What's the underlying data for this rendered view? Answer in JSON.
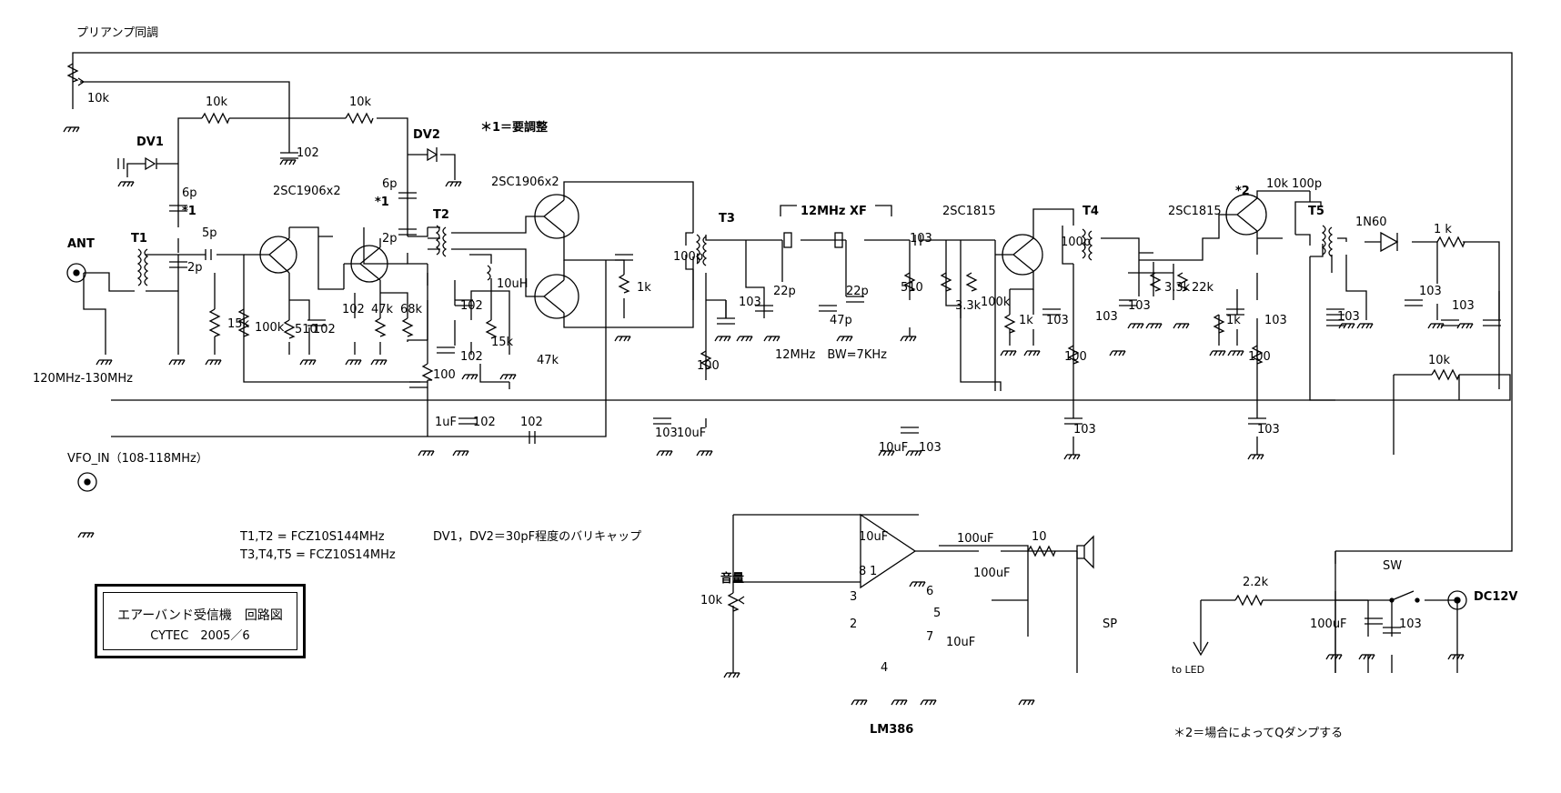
{
  "titleblock": {
    "title": "エアーバンド受信機　回路図",
    "sub": "CYTEC　2005／6"
  },
  "labels": {
    "preamp_tune": "プリアンプ同調",
    "note1": "＊1＝要調整",
    "note2": "＊2＝場合によってQダンプする",
    "ant": "ANT",
    "ant_range": "120MHz-130MHz",
    "vfo": "VFO_IN（108-118MHz）",
    "coils1": "T1,T2 = FCZ10S144MHz",
    "coils2": "T3,T4,T5 = FCZ10S14MHz",
    "varicap": "DV1，DV2＝30pF程度のバリキャップ",
    "xf": "12MHz XF",
    "xf_info": "12MHz　BW=7KHz",
    "volume": "音量",
    "lm386": "LM386",
    "sp": "SP",
    "sw": "SW",
    "dc": "DC12V",
    "to_led": "to LED",
    "dv1": "DV1",
    "dv2": "DV2",
    "t1": "T1",
    "t2": "T2",
    "t3": "T3",
    "t4": "T4",
    "t5": "T5",
    "q12": "2SC1906x2",
    "q34": "2SC1906x2",
    "q5": "2SC1815",
    "q6": "2SC1815",
    "d1": "1N60",
    "star1a": "*1",
    "star1b": "*1",
    "star2": "*2",
    "p1": "1",
    "p2": "2",
    "p3": "3",
    "p4": "4",
    "p5": "5",
    "p6": "6",
    "p7": "7",
    "p8": "8"
  },
  "values": {
    "r_pot1": "10k",
    "r_10k_a": "10k",
    "r_10k_b": "10k",
    "c_102_top": "102",
    "c_6p_a": "6p",
    "c_6p_b": "6p",
    "c_2p_a": "2p",
    "c_2p_b": "2p",
    "c_5p": "5p",
    "r_15k_a": "15k",
    "r_100k_a": "100k",
    "r_510_a": "510",
    "c_102_a": "102",
    "c_102_b": "102",
    "r_47k_a": "47k",
    "r_68k": "68k",
    "r_100_a": "100",
    "c_1uf": "1uF",
    "c_102_c": "102",
    "c_102_d": "102",
    "l_10uh": "10uH",
    "c_102_e": "102",
    "r_15k_b": "15k",
    "r_47k_b": "47k",
    "r_1k_a": "1k",
    "c_100p_a": "100p",
    "c_103_a": "103",
    "r_100_b": "100",
    "c_103_b": "103",
    "c_10uf_a": "10uF",
    "c_22p_a": "22p",
    "c_47p": "47p",
    "c_22p_b": "22p",
    "r_510_b": "510",
    "c_103_c": "103",
    "r_3k3_a": "3.3k",
    "r_100k_b": "100k",
    "c_10uf_b": "10uF",
    "c_103_d": "103",
    "r_1k_b": "1k",
    "c_103_e": "103",
    "c_100p_b": "100p",
    "c_103_f": "103",
    "r_3k3_b": "3.3k",
    "r_22k": "22k",
    "r_100_c": "100",
    "c_103_g": "103",
    "c_103_h": "103",
    "r_10k_q": "10k",
    "c_100p_q": "100p",
    "r_1k_c": "1k",
    "c_103_i": "103",
    "c_103_j": "103",
    "r_100_d": "100",
    "c_103_k": "103",
    "r_1k_d": "1 k",
    "c_103_l": "103",
    "c_103_m": "103",
    "r_10k_agc": "10k",
    "c_102_vfo": "102",
    "r_10_pw": "10",
    "c_100uf_a": "100uF",
    "c_10uf_c": "10uF",
    "c_100uf_b": "100uF",
    "c_10uf_d": "10uF",
    "r_pot2": "10k",
    "r_2k2": "2.2k",
    "c_100uf_c": "100uF",
    "c_103_n": "103"
  },
  "colors": {
    "ink": "#000000",
    "paper": "#ffffff"
  }
}
